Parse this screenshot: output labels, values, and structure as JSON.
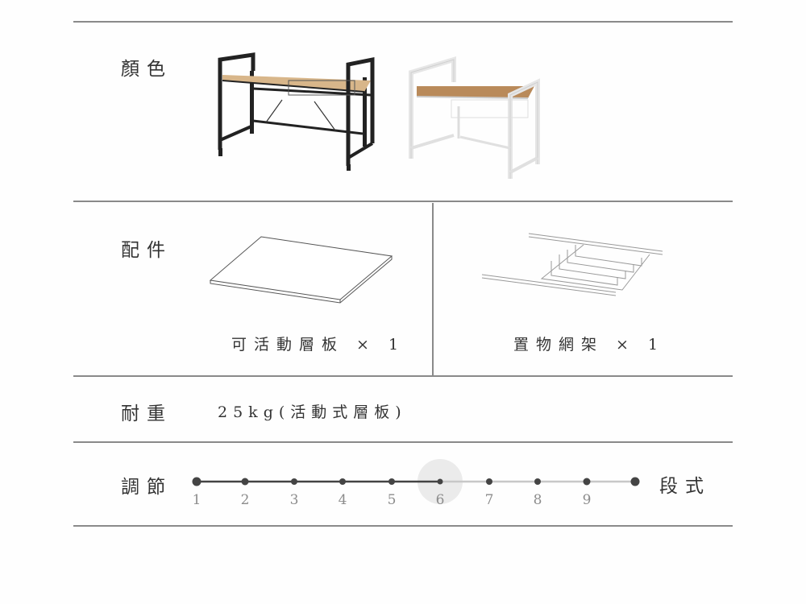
{
  "sections": {
    "color": {
      "label": "顏色",
      "variants": [
        {
          "name": "black-frame",
          "frame_color": "#222222",
          "top_color": "#d8b68a"
        },
        {
          "name": "white-frame",
          "frame_color": "#f2f2f2",
          "top_color": "#b98a5a"
        }
      ]
    },
    "accessories": {
      "label": "配件",
      "items": [
        {
          "caption": "可活動層板 × 1"
        },
        {
          "caption": "置物網架 × 1"
        }
      ]
    },
    "load": {
      "label": "耐重",
      "value": "25kg(活動式層板)"
    },
    "adjust": {
      "label": "調節",
      "suffix": "段式",
      "ticks": [
        "1",
        "2",
        "3",
        "4",
        "5",
        "6",
        "7",
        "8",
        "9"
      ],
      "selected": "6",
      "colors": {
        "active": "#444444",
        "inactive": "#c8c8c8",
        "highlight": "#ebebeb"
      }
    }
  }
}
